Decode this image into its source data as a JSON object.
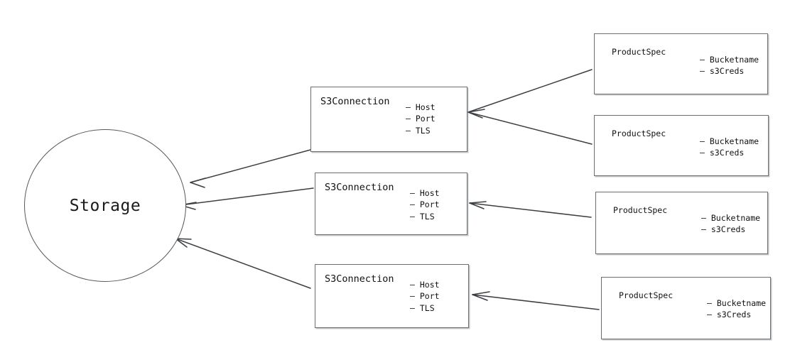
{
  "diagram": {
    "type": "hand-drawn-entity-relationship",
    "background_color": "#ffffff",
    "stroke_color": "#555a5e",
    "text_color": "#111111",
    "central_node": {
      "shape": "circle",
      "label": "Storage"
    },
    "connection_nodes": [
      {
        "title": "S3Connection",
        "attributes": [
          "– Host",
          "– Port",
          "– TLS"
        ]
      },
      {
        "title": "S3Connection",
        "attributes": [
          "– Host",
          "– Port",
          "– TLS"
        ]
      },
      {
        "title": "S3Connection",
        "attributes": [
          "– Host",
          "– Port",
          "– TLS"
        ]
      }
    ],
    "spec_nodes": [
      {
        "title": "ProductSpec",
        "attributes": [
          "– Bucketname",
          "– s3Creds"
        ]
      },
      {
        "title": "ProductSpec",
        "attributes": [
          "– Bucketname",
          "– s3Creds"
        ]
      },
      {
        "title": "ProductSpec",
        "attributes": [
          "– Bucketname",
          "– s3Creds"
        ]
      },
      {
        "title": "ProductSpec",
        "attributes": [
          "– Bucketname",
          "– s3Creds"
        ]
      }
    ],
    "edges": [
      {
        "from": "S3Connection 1",
        "to": "Storage",
        "direction": "left"
      },
      {
        "from": "S3Connection 2",
        "to": "Storage",
        "direction": "left"
      },
      {
        "from": "S3Connection 3",
        "to": "Storage",
        "direction": "left"
      },
      {
        "from": "ProductSpec 1",
        "to": "S3Connection 1",
        "direction": "left"
      },
      {
        "from": "ProductSpec 2",
        "to": "S3Connection 1",
        "direction": "left"
      },
      {
        "from": "ProductSpec 3",
        "to": "S3Connection 2",
        "direction": "left"
      },
      {
        "from": "ProductSpec 4",
        "to": "S3Connection 3",
        "direction": "left"
      }
    ]
  }
}
